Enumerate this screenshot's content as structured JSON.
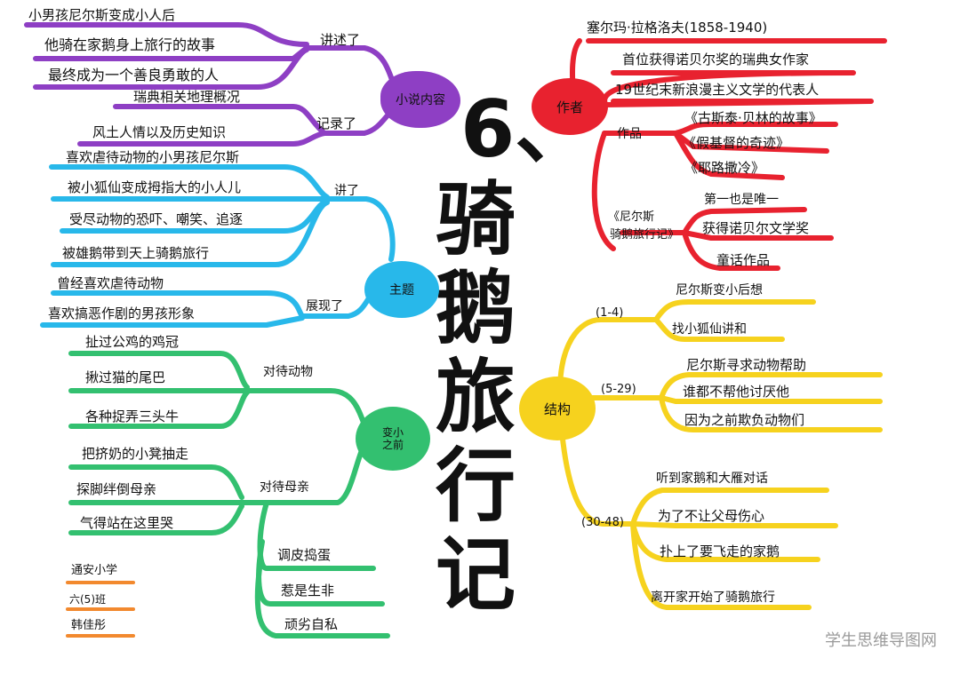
{
  "title": {
    "num": "6、",
    "c1": "骑",
    "c2": "鹅",
    "c3": "旅",
    "c4": "行",
    "c5": "记"
  },
  "colors": {
    "purple": "#8e3fc4",
    "blue": "#28b8ea",
    "green": "#33c070",
    "red": "#e8222f",
    "yellow": "#f6d21e",
    "orange": "#f2892e"
  },
  "novel": {
    "hub": "小说内容",
    "b1": "讲述了",
    "b2": "记录了",
    "l1": "小男孩尼尔斯变成小人后",
    "l2": "他骑在家鹅身上旅行的故事",
    "l3": "最终成为一个善良勇敢的人",
    "l4": "瑞典相关地理概况",
    "l5": "风土人情以及历史知识"
  },
  "theme": {
    "hub": "主题",
    "b1": "讲了",
    "b2": "展现了",
    "l1": "喜欢虐待动物的小男孩尼尔斯",
    "l2": "被小狐仙变成拇指大的小人儿",
    "l3": "受尽动物的恐吓、嘲笑、追逐",
    "l4": "被雄鹅带到天上骑鹅旅行",
    "l5": "曾经喜欢虐待动物",
    "l6": "喜欢搞恶作剧的男孩形象"
  },
  "before": {
    "hub1": "变小",
    "hub2": "之前",
    "b1": "对待动物",
    "b2": "对待母亲",
    "l1": "扯过公鸡的鸡冠",
    "l2": "揪过猫的尾巴",
    "l3": "各种捉弄三头牛",
    "l4": "把挤奶的小凳抽走",
    "l5": "探脚绊倒母亲",
    "l6": "气得站在这里哭",
    "l7": "调皮捣蛋",
    "l8": "惹是生非",
    "l9": "顽劣自私"
  },
  "author": {
    "hub": "作者",
    "name": "塞尔玛·拉格洛夫(1858-1940)",
    "l1": "首位获得诺贝尔奖的瑞典女作家",
    "l2": "19世纪末新浪漫主义文学的代表人",
    "works": "作品",
    "w1": "《古斯泰·贝林的故事》",
    "w2": "《假基督的奇迹》",
    "w3": "《耶路撒冷》",
    "book1": "《尼尔斯",
    "book2": "骑鹅旅行记》",
    "n1": "第一也是唯一",
    "n2": "获得诺贝尔文学奖",
    "n3": "童话作品"
  },
  "structure": {
    "hub": "结构",
    "p1": "(1-4)",
    "p2": "(5-29)",
    "p3": "(30-48)",
    "a1": "尼尔斯变小后想",
    "a2": "找小狐仙讲和",
    "b1": "尼尔斯寻求动物帮助",
    "b2": "谁都不帮他讨厌他",
    "b3": "因为之前欺负动物们",
    "c1": "听到家鹅和大雁对话",
    "c2": "为了不让父母伤心",
    "c3": "扑上了要飞走的家鹅",
    "c4": "离开家开始了骑鹅旅行"
  },
  "sign": {
    "s1": "通安小学",
    "s2": "六(5)班",
    "s3": "韩佳彤"
  },
  "watermark": "学生思维导图网"
}
